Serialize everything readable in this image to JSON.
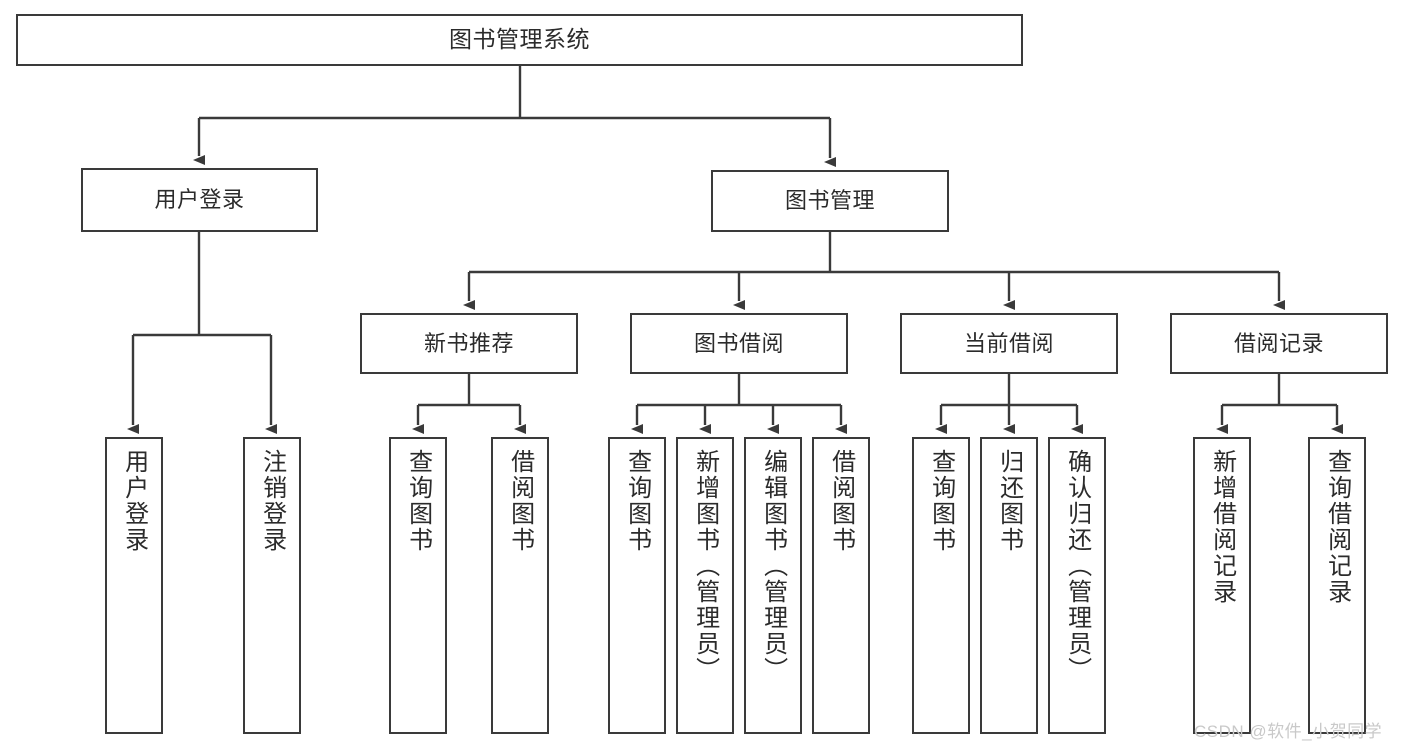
{
  "diagram": {
    "type": "tree-hierarchy-chart",
    "title": "图书管理系统",
    "line_color": "#3a3a3a",
    "box_fill": "#ffffff",
    "text_color": "#2b2b2b",
    "root": {
      "id": "root",
      "label": "图书管理系统"
    },
    "level2": [
      {
        "id": "user-login",
        "label": "用户登录"
      },
      {
        "id": "book-manage",
        "label": "图书管理"
      }
    ],
    "level3": [
      {
        "id": "new-book-rec",
        "label": "新书推荐"
      },
      {
        "id": "book-borrow",
        "label": "图书借阅"
      },
      {
        "id": "current-borrow",
        "label": "当前借阅"
      },
      {
        "id": "borrow-record",
        "label": "借阅记录"
      }
    ],
    "leaves": {
      "user_login": [
        {
          "id": "leaf-user-login",
          "label": "用户登录"
        },
        {
          "id": "leaf-logout-login",
          "label": "注销登录"
        }
      ],
      "new_book_rec": [
        {
          "id": "leaf-query-book-1",
          "label": "查询图书"
        },
        {
          "id": "leaf-borrow-book-1",
          "label": "借阅图书"
        }
      ],
      "book_borrow": [
        {
          "id": "leaf-query-book-2",
          "label": "查询图书"
        },
        {
          "id": "leaf-add-book",
          "label": "新增图书（管理员）"
        },
        {
          "id": "leaf-edit-book",
          "label": "编辑图书（管理员）"
        },
        {
          "id": "leaf-borrow-book-2",
          "label": "借阅图书"
        }
      ],
      "current_borrow": [
        {
          "id": "leaf-query-book-3",
          "label": "查询图书"
        },
        {
          "id": "leaf-return-book",
          "label": "归还图书"
        },
        {
          "id": "leaf-confirm-return",
          "label": "确认归还（管理员）"
        }
      ],
      "borrow_record": [
        {
          "id": "leaf-add-record",
          "label": "新增借阅记录"
        },
        {
          "id": "leaf-query-record",
          "label": "查询借阅记录"
        }
      ]
    }
  },
  "watermark": {
    "text": "CSDN @软件_小贺同学"
  }
}
